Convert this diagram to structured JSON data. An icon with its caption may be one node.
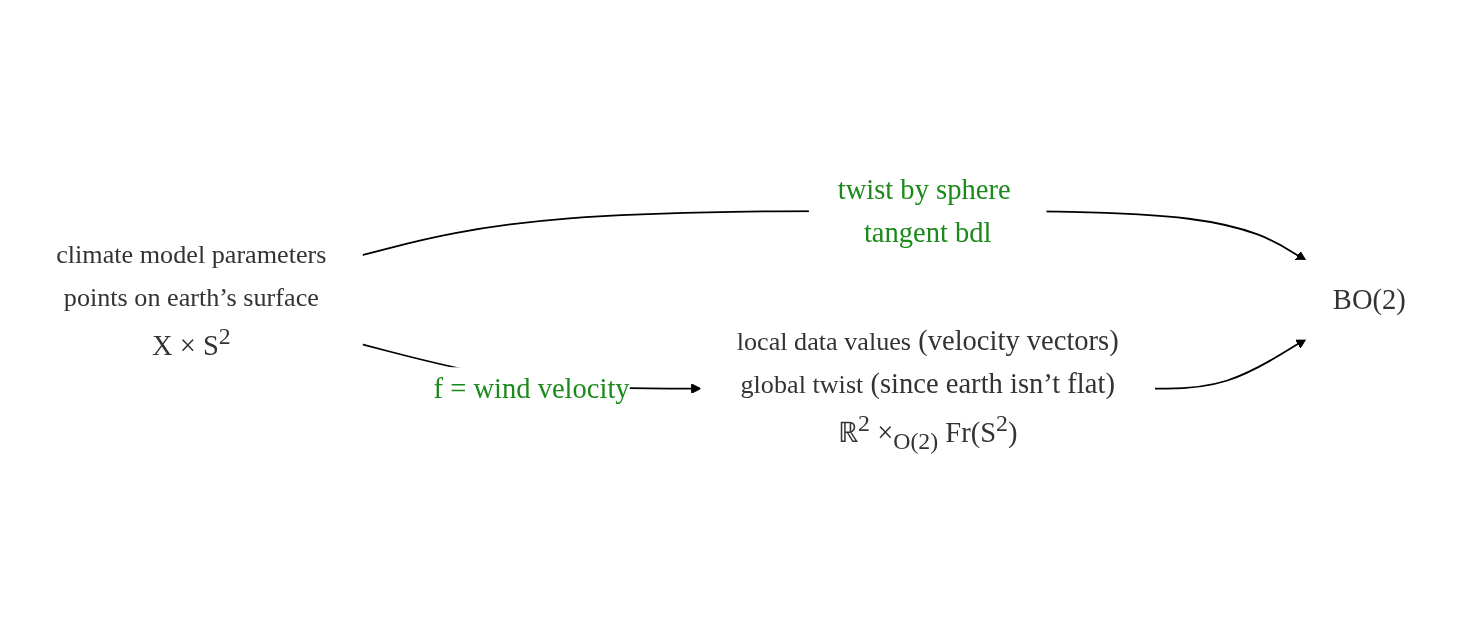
{
  "diagram": {
    "nodes": [
      {
        "text": [
          "climate model parameters",
          "points on earth’s surface",
          "X × S$^{2}$"
        ]
      },
      {
        "text": [
          "local data values",
          "(velocity vectors)",
          "global twist",
          "(since earth isn’t flat)",
          "ℝ$^{2}$ ×$_{O(2)}$ Fr(S$^{2}$)"
        ]
      },
      {
        "text": [
          "BO(2)"
        ]
      }
    ],
    "edges": [
      {
        "from": 0,
        "to": 1,
        "arrow": "to",
        "label": "f = wind velocity"
      },
      {
        "from": 0,
        "to": 2,
        "arrow": "to",
        "label": "twist by sphere tangent bdl"
      },
      {
        "from": 1,
        "to": 2,
        "arrow": "to"
      }
    ]
  }
}
